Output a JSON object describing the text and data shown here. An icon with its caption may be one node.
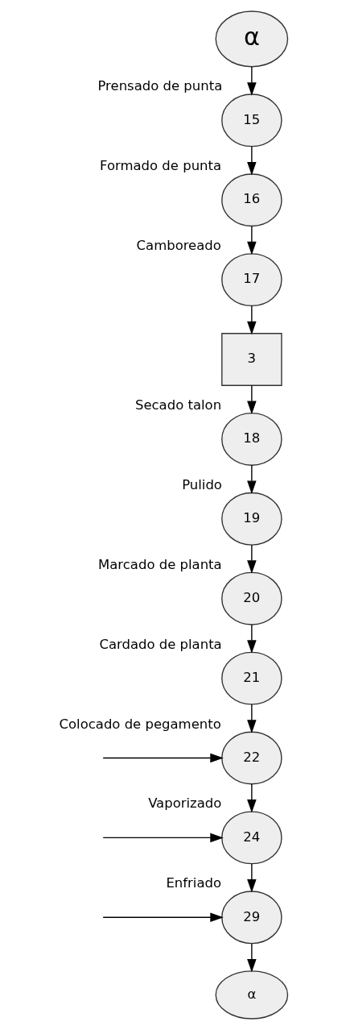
{
  "diagram": {
    "nodes": [
      {
        "text": [
          "α"
        ]
      },
      {
        "text": [
          "15"
        ],
        "beside": [
          "Prensado de punta"
        ]
      },
      {
        "text": [
          "16"
        ],
        "beside": [
          "Formado de punta"
        ]
      },
      {
        "text": [
          "17"
        ],
        "beside": [
          "Camboreado"
        ]
      },
      {
        "text": [
          "3"
        ]
      },
      {
        "text": [
          "18"
        ],
        "beside": [
          "Secado talon"
        ]
      },
      {
        "text": [
          "19"
        ],
        "beside": [
          "Pulido"
        ]
      },
      {
        "text": [
          "20"
        ],
        "beside": [
          "Marcado de planta"
        ]
      },
      {
        "text": [
          "21"
        ],
        "beside": [
          "Cardado de planta"
        ]
      },
      {
        "text": [
          "22"
        ],
        "beside": [
          "Colocado de pegamento"
        ]
      },
      {
        "text": [
          "24"
        ],
        "beside": [
          "Vaporizado"
        ]
      },
      {
        "text": [
          "29"
        ],
        "beside": [
          "Enfriado"
        ]
      },
      {
        "text": [
          "α"
        ]
      }
    ],
    "edges": [
      {
        "from": 0,
        "to": 1,
        "arrow": "to"
      },
      {
        "from": 1,
        "to": 2,
        "arrow": "to"
      },
      {
        "from": 2,
        "to": 3,
        "arrow": "to"
      },
      {
        "from": 3,
        "to": 4,
        "arrow": "to"
      },
      {
        "from": 4,
        "to": 5,
        "arrow": "to"
      },
      {
        "from": 5,
        "to": 6,
        "arrow": "to"
      },
      {
        "from": 6,
        "to": 7,
        "arrow": "to"
      },
      {
        "from": 7,
        "to": 8,
        "arrow": "to"
      },
      {
        "from": 8,
        "to": 9,
        "arrow": "to"
      },
      {
        "from": null,
        "to": 9,
        "arrow": "to"
      },
      {
        "from": 9,
        "to": 10,
        "arrow": "to"
      },
      {
        "from": null,
        "to": 10,
        "arrow": "to"
      },
      {
        "from": 10,
        "to": 11,
        "arrow": "to"
      },
      {
        "from": null,
        "to": 11,
        "arrow": "to"
      },
      {
        "from": 11,
        "to": 12,
        "arrow": "to"
      }
    ]
  }
}
